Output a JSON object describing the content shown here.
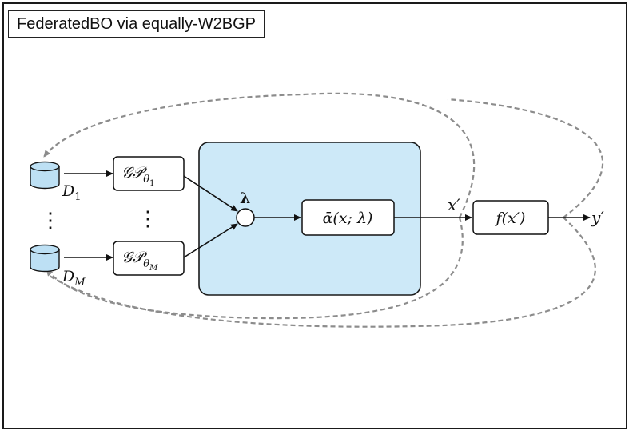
{
  "title": "FederatedBO via equally-W2BGP",
  "nodes": {
    "d1_label": {
      "base": "D",
      "sub": "1"
    },
    "dm_label": {
      "base": "D",
      "sub": "M"
    },
    "gp1": {
      "base": "𝒢𝒫",
      "sub": "θ",
      "subsub": "1"
    },
    "gpm": {
      "base": "𝒢𝒫",
      "sub": "θ",
      "subsub": "M"
    },
    "lambda": "λ",
    "acq": "ᾱ(x; λ)",
    "xprime": "x′",
    "fx": "f(x′)",
    "yprime": "y′",
    "vdots": "⋮"
  },
  "colors": {
    "panel_fill": "#cde9f8",
    "panel_stroke": "#1a1a1a",
    "feedback_arrow": "#8c8c8c",
    "db_fill": "#bde0f4"
  }
}
